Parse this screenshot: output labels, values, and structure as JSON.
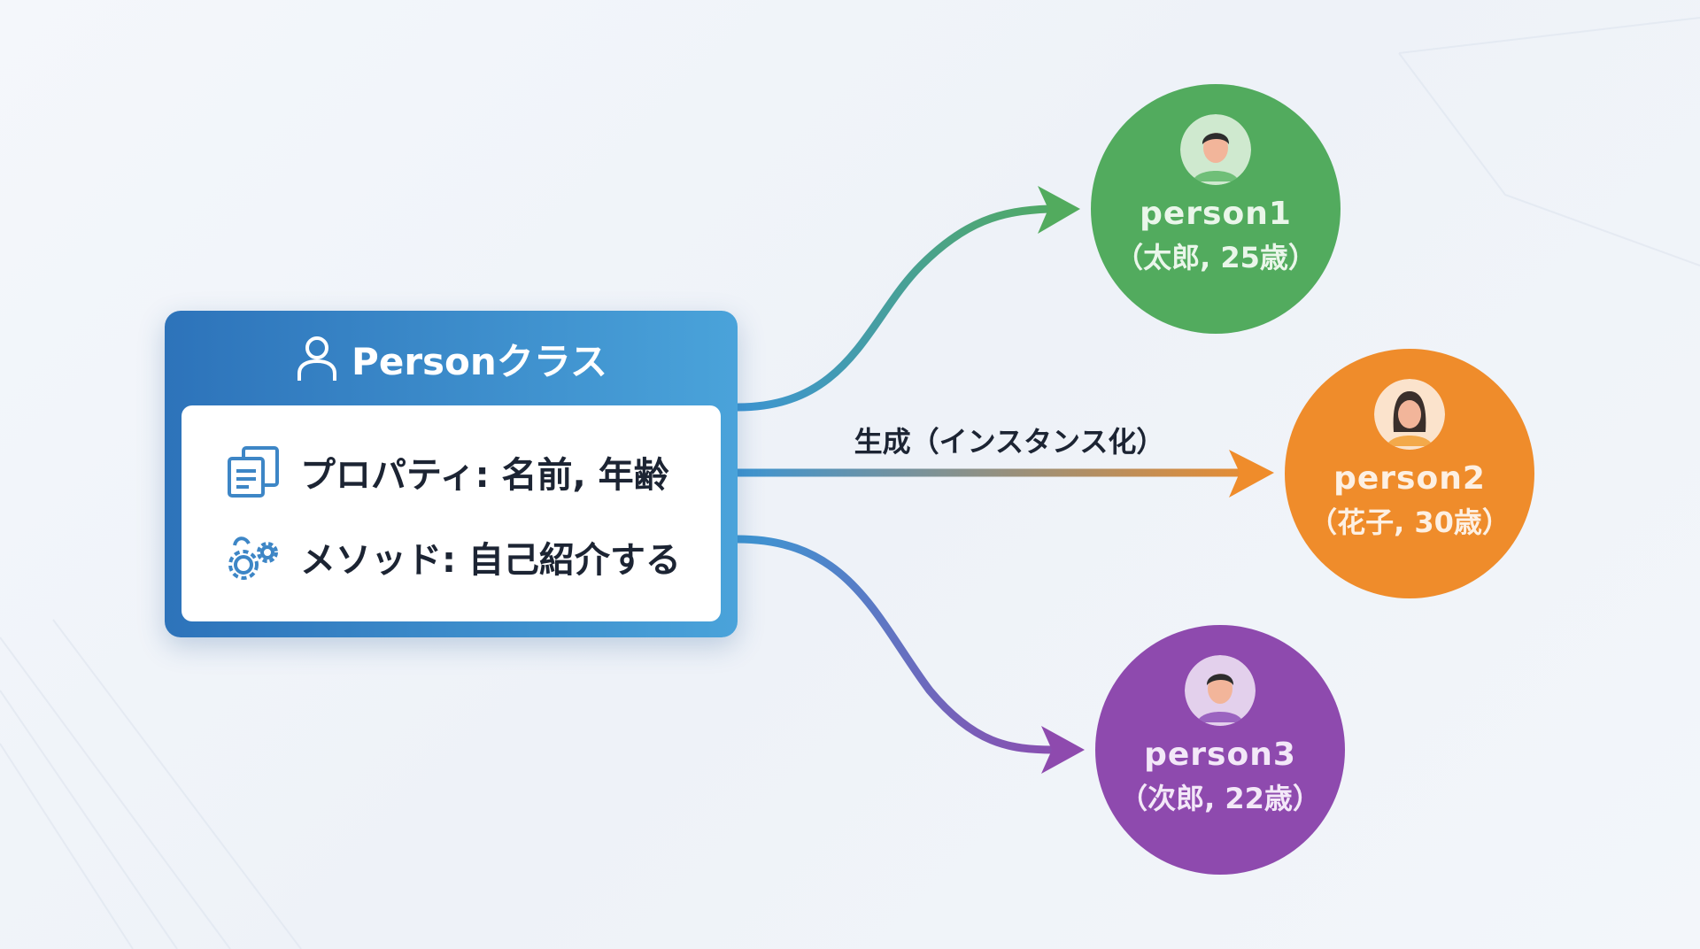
{
  "class_box": {
    "title": "Personクラス",
    "property_line": "プロパティ: 名前, 年齢",
    "method_line": "メソッド: 自己紹介する"
  },
  "arrow_label": "生成（インスタンス化）",
  "instances": [
    {
      "name": "person1",
      "desc": "（太郎, 25歳）",
      "color": "#52ab5e"
    },
    {
      "name": "person2",
      "desc": "（花子, 30歳）",
      "color": "#ef8c2b"
    },
    {
      "name": "person3",
      "desc": "（次郎, 22歳）",
      "color": "#8e4aae"
    }
  ]
}
